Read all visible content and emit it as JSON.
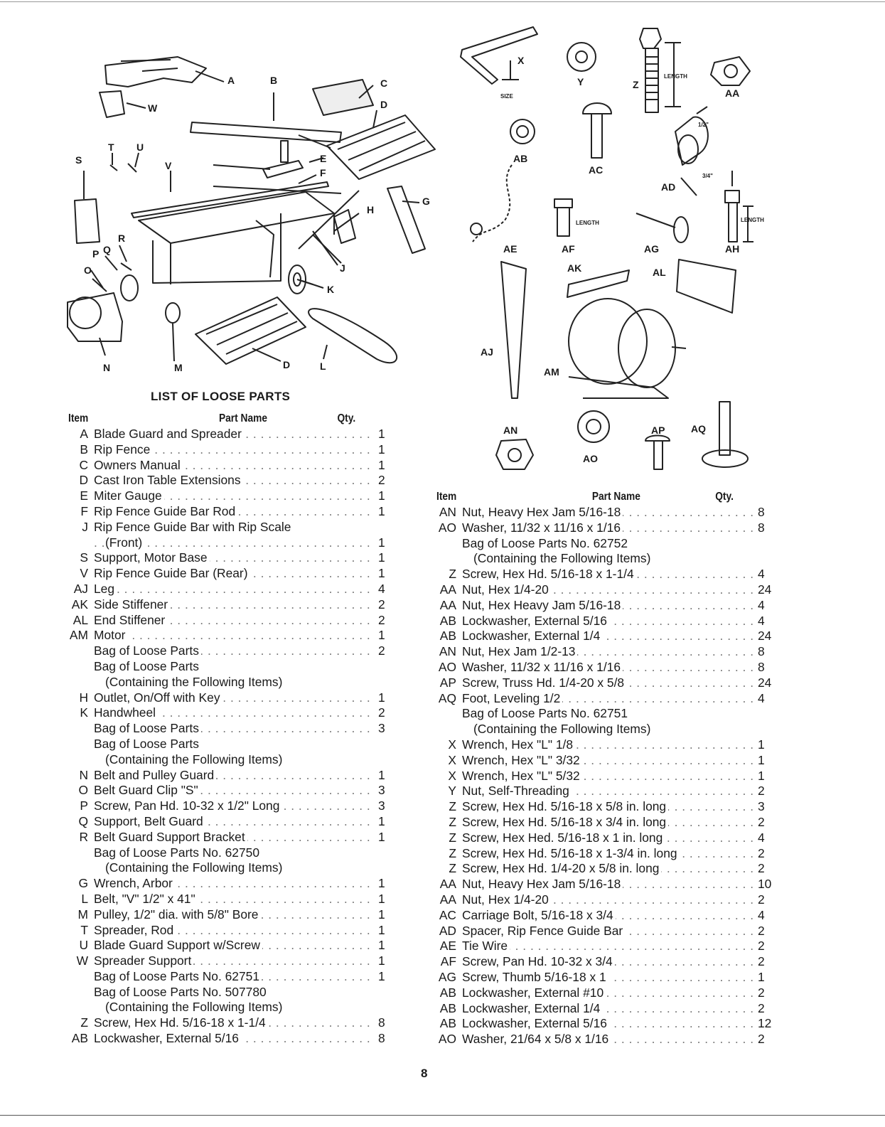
{
  "left_figure_labels": {
    "a": "A",
    "b": "B",
    "c": "C",
    "d": "D",
    "d2": "D",
    "e": "E",
    "f": "F",
    "g": "G",
    "h": "H",
    "j": "J",
    "k": "K",
    "l": "L",
    "m": "M",
    "n": "N",
    "o": "O",
    "p": "P",
    "q": "Q",
    "r": "R",
    "s": "S",
    "t": "T",
    "u": "U",
    "v": "V",
    "w": "W"
  },
  "right_figure_labels": {
    "x": "X",
    "y": "Y",
    "z": "Z",
    "aa": "AA",
    "ab": "AB",
    "ac": "AC",
    "ad": "AD",
    "ae": "AE",
    "af": "AF",
    "ag": "AG",
    "ah": "AH",
    "aj": "AJ",
    "ak": "AK",
    "al": "AL",
    "am": "AM",
    "an": "AN",
    "ao": "AO",
    "ap": "AP",
    "aq": "AQ",
    "size": "SIZE",
    "length": "LENGTH",
    "half": "1/2\"",
    "three_quarter": "3/4\""
  },
  "list_title": "LIST OF LOOSE PARTS",
  "headers": {
    "item": "Item",
    "part_name": "Part Name",
    "qty": "Qty."
  },
  "left_rows": [
    {
      "code": "A",
      "name": "Blade Guard and Spreader",
      "qty": "1"
    },
    {
      "code": "B",
      "name": "Rip Fence",
      "qty": "1"
    },
    {
      "code": "C",
      "name": "Owners Manual",
      "qty": "1"
    },
    {
      "code": "D",
      "name": "Cast Iron Table Extensions",
      "qty": "2"
    },
    {
      "code": "E",
      "name": "Miter Gauge",
      "qty": "1"
    },
    {
      "code": "F",
      "name": "Rip Fence Guide Bar Rod",
      "qty": "1"
    },
    {
      "code": "J",
      "name": "Rip Fence Guide Bar with Rip Scale",
      "qty": ""
    },
    {
      "code": "",
      "name": "(Front)",
      "qty": "1"
    },
    {
      "code": "S",
      "name": "Support, Motor Base",
      "qty": "1"
    },
    {
      "code": "V",
      "name": "Rip Fence Guide Bar (Rear)",
      "qty": "1"
    },
    {
      "code": "AJ",
      "name": "Leg",
      "qty": "4"
    },
    {
      "code": "AK",
      "name": "Side Stiffener",
      "qty": "2"
    },
    {
      "code": "AL",
      "name": "End Stiffener",
      "qty": "2"
    },
    {
      "code": "AM",
      "name": "Motor",
      "qty": "1"
    },
    {
      "code": "",
      "name": "Bag of Loose Parts",
      "qty": "2"
    },
    {
      "code": "",
      "name": "Bag of Loose Parts",
      "qty": ""
    },
    {
      "code": "",
      "name": "(Containing the Following Items)",
      "qty": ""
    },
    {
      "code": "H",
      "name": "Outlet, On/Off with Key",
      "qty": "1"
    },
    {
      "code": "K",
      "name": "Handwheel",
      "qty": "2"
    },
    {
      "code": "",
      "name": "Bag of Loose Parts",
      "qty": "3"
    },
    {
      "code": "",
      "name": "Bag of Loose Parts",
      "qty": ""
    },
    {
      "code": "",
      "name": "(Containing the Following Items)",
      "qty": ""
    },
    {
      "code": "N",
      "name": "Belt and Pulley Guard",
      "qty": "1"
    },
    {
      "code": "O",
      "name": "Belt Guard Clip \"S\"",
      "qty": "3"
    },
    {
      "code": "P",
      "name": "Screw, Pan Hd. 10-32 x 1/2\" Long",
      "qty": "3"
    },
    {
      "code": "Q",
      "name": "Support, Belt Guard",
      "qty": "1"
    },
    {
      "code": "R",
      "name": "Belt Guard Support Bracket",
      "qty": "1"
    },
    {
      "code": "",
      "name": "Bag of Loose Parts No. 62750",
      "qty": ""
    },
    {
      "code": "",
      "name": "(Containing the Following Items)",
      "qty": ""
    },
    {
      "code": "G",
      "name": "Wrench, Arbor",
      "qty": "1"
    },
    {
      "code": "L",
      "name": "Belt, \"V\" 1/2\" x 41\"",
      "qty": "1"
    },
    {
      "code": "M",
      "name": "Pulley, 1/2\" dia. with 5/8\" Bore",
      "qty": "1"
    },
    {
      "code": "T",
      "name": "Spreader, Rod",
      "qty": "1"
    },
    {
      "code": "U",
      "name": "Blade Guard Support w/Screw",
      "qty": "1"
    },
    {
      "code": "W",
      "name": "Spreader Support",
      "qty": "1"
    },
    {
      "code": "",
      "name": "Bag of Loose Parts No. 62751",
      "qty": "1"
    },
    {
      "code": "",
      "name": "Bag of Loose Parts No. 507780",
      "qty": ""
    },
    {
      "code": "",
      "name": "(Containing the Following Items)",
      "qty": ""
    },
    {
      "code": "Z",
      "name": "Screw, Hex Hd. 5/16-18 x 1-1/4",
      "qty": "8"
    },
    {
      "code": "AB",
      "name": "Lockwasher, External 5/16",
      "qty": "8"
    }
  ],
  "right_rows": [
    {
      "code": "AN",
      "name": "Nut, Heavy Hex Jam 5/16-18",
      "qty": "8"
    },
    {
      "code": "AO",
      "name": "Washer, 11/32 x 11/16 x 1/16",
      "qty": "8"
    },
    {
      "code": "",
      "name": "Bag of Loose Parts No. 62752",
      "qty": ""
    },
    {
      "code": "",
      "name": "(Containing the Following Items)",
      "qty": ""
    },
    {
      "code": "Z",
      "name": "Screw, Hex Hd. 5/16-18 x 1-1/4",
      "qty": "4"
    },
    {
      "code": "AA",
      "name": "Nut, Hex 1/4-20",
      "qty": "24"
    },
    {
      "code": "AA",
      "name": "Nut, Hex Heavy Jam 5/16-18",
      "qty": "4"
    },
    {
      "code": "AB",
      "name": "Lockwasher, External 5/16",
      "qty": "4"
    },
    {
      "code": "AB",
      "name": "Lockwasher, External 1/4",
      "qty": "24"
    },
    {
      "code": "AN",
      "name": "Nut, Hex Jam 1/2-13",
      "qty": "8"
    },
    {
      "code": "AO",
      "name": "Washer, 11/32 x 11/16 x 1/16",
      "qty": "8"
    },
    {
      "code": "AP",
      "name": "Screw, Truss Hd. 1/4-20 x 5/8",
      "qty": "24"
    },
    {
      "code": "AQ",
      "name": "Foot, Leveling 1/2",
      "qty": "4"
    },
    {
      "code": "",
      "name": "Bag of Loose Parts No. 62751",
      "qty": ""
    },
    {
      "code": "",
      "name": "(Containing the Following Items)",
      "qty": ""
    },
    {
      "code": "X",
      "name": "Wrench, Hex \"L\" 1/8",
      "qty": "1"
    },
    {
      "code": "X",
      "name": "Wrench, Hex \"L\" 3/32",
      "qty": "1"
    },
    {
      "code": "X",
      "name": "Wrench, Hex \"L\" 5/32",
      "qty": "1"
    },
    {
      "code": "Y",
      "name": "Nut, Self-Threading",
      "qty": "2"
    },
    {
      "code": "Z",
      "name": "Screw, Hex Hd. 5/16-18 x 5/8 in. long",
      "qty": "3"
    },
    {
      "code": "Z",
      "name": "Screw, Hex Hd. 5/16-18 x 3/4 in. long",
      "qty": "2"
    },
    {
      "code": "Z",
      "name": "Screw, Hex Hed. 5/16-18 x 1 in. long",
      "qty": "4"
    },
    {
      "code": "Z",
      "name": "Screw, Hex Hd. 5/16-18 x 1-3/4 in. long",
      "qty": "2"
    },
    {
      "code": "Z",
      "name": "Screw, Hex Hd. 1/4-20 x 5/8 in. long",
      "qty": "2"
    },
    {
      "code": "AA",
      "name": "Nut, Heavy Hex Jam 5/16-18",
      "qty": "10"
    },
    {
      "code": "AA",
      "name": "Nut, Hex 1/4-20",
      "qty": "2"
    },
    {
      "code": "AC",
      "name": "Carriage Bolt, 5/16-18 x 3/4",
      "qty": "4"
    },
    {
      "code": "AD",
      "name": "Spacer, Rip Fence Guide Bar",
      "qty": "2"
    },
    {
      "code": "AE",
      "name": "Tie Wire",
      "qty": "2"
    },
    {
      "code": "AF",
      "name": "Screw, Pan Hd. 10-32 x 3/4",
      "qty": "2"
    },
    {
      "code": "AG",
      "name": "Screw, Thumb 5/16-18 x 1",
      "qty": "1"
    },
    {
      "code": "AB",
      "name": "Lockwasher, External #10",
      "qty": "2"
    },
    {
      "code": "AB",
      "name": "Lockwasher, External 1/4",
      "qty": "2"
    },
    {
      "code": "AB",
      "name": "Lockwasher, External 5/16",
      "qty": "12"
    },
    {
      "code": "AO",
      "name": "Washer, 21/64 x 5/8 x 1/16",
      "qty": "2"
    }
  ],
  "page_number": "8"
}
